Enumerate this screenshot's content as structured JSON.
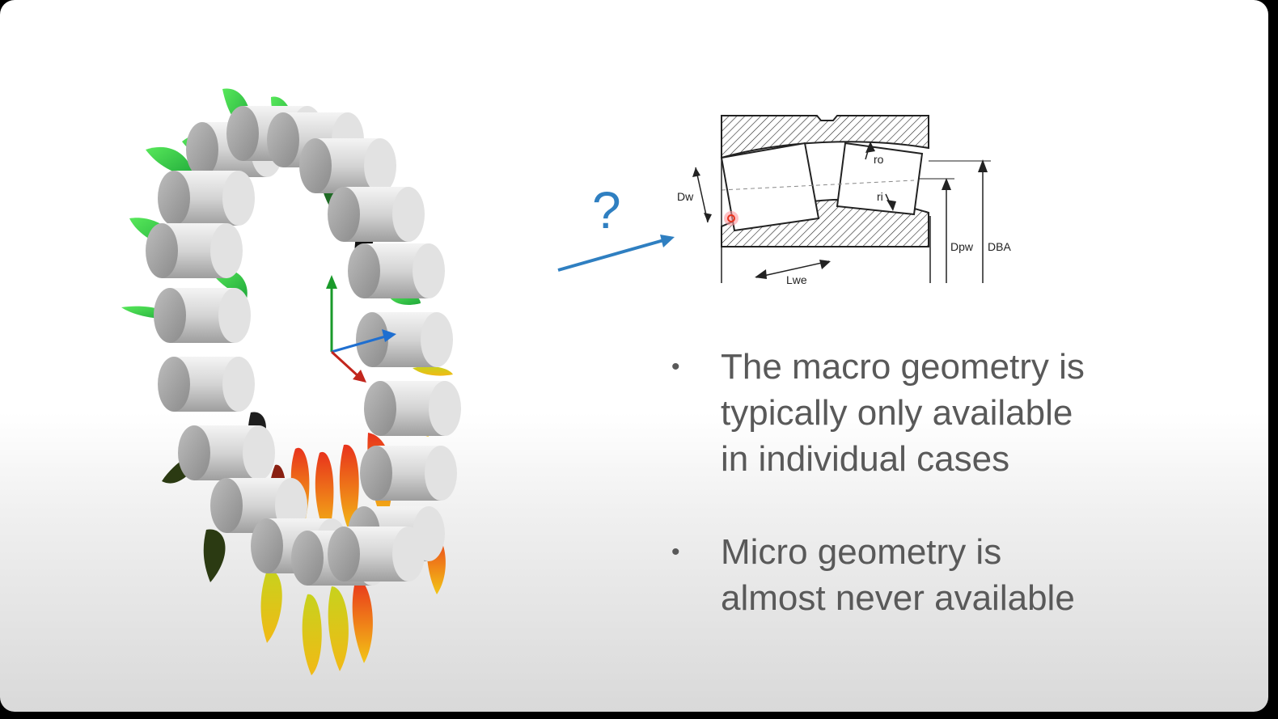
{
  "slide": {
    "question_mark": "?",
    "bullets": [
      {
        "lines": [
          "The macro geometry is",
          "typically only available",
          "in individual cases"
        ]
      },
      {
        "lines": [
          "Micro geometry is",
          "almost never available"
        ]
      }
    ],
    "bullet_symbol": "•"
  },
  "bearing_drawing": {
    "labels": {
      "dw": "Dw",
      "ro": "ro",
      "ri": "ri",
      "lwe": "Lwe",
      "dpw": "Dpw",
      "dba": "DBA"
    }
  },
  "colors": {
    "accent_blue": "#2f7fc1",
    "text_gray": "#595959",
    "roller_gray": "#c8c8c8",
    "pressure_green": "#3fd23f",
    "pressure_red": "#e8331c",
    "pressure_yellow": "#f2c515"
  }
}
